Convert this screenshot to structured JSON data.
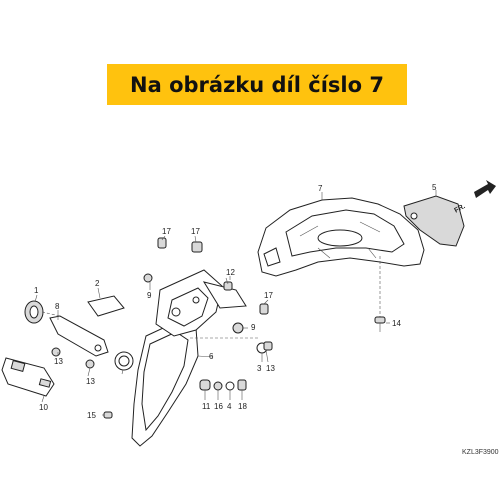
{
  "banner": {
    "text": "Na obrázku díl číslo 7",
    "color": "#ffc20e"
  },
  "diagram": {
    "direction_label": "FR.",
    "code": "KZL3F3900",
    "callouts": [
      "1",
      "2",
      "3",
      "4",
      "5",
      "6",
      "7",
      "8",
      "9",
      "9",
      "10",
      "11",
      "12",
      "13",
      "13",
      "13",
      "14",
      "15",
      "16",
      "17",
      "17",
      "17",
      "18"
    ]
  }
}
